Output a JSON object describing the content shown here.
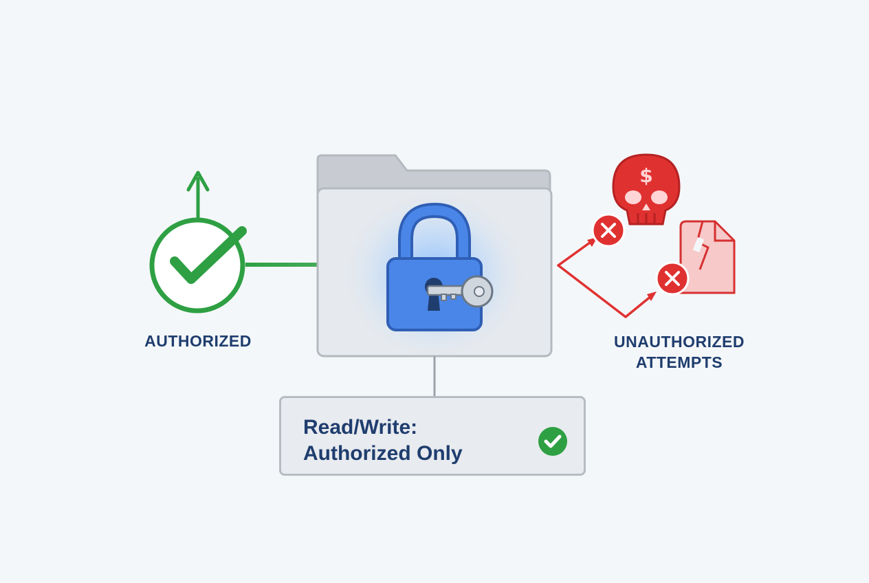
{
  "labels": {
    "authorized": "AUTHORIZED",
    "unauthorized_line1": "UNAUTHORIZED",
    "unauthorized_line2": "ATTEMPTS"
  },
  "permission": {
    "line1": "Read/Write:",
    "line2": "Authorized Only"
  },
  "icons": {
    "authorized": "check-circle-icon",
    "folder": "folder-icon",
    "lock": "padlock-icon",
    "key": "key-icon",
    "malware": "skull-dollar-icon",
    "corrupted_file": "broken-file-icon",
    "denied": "x-circle-icon",
    "confirmed": "check-badge-icon"
  },
  "colors": {
    "authorized": "#2ea043",
    "unauthorized": "#e03131",
    "lock": "#4a86e8",
    "text": "#1f3d6e"
  }
}
